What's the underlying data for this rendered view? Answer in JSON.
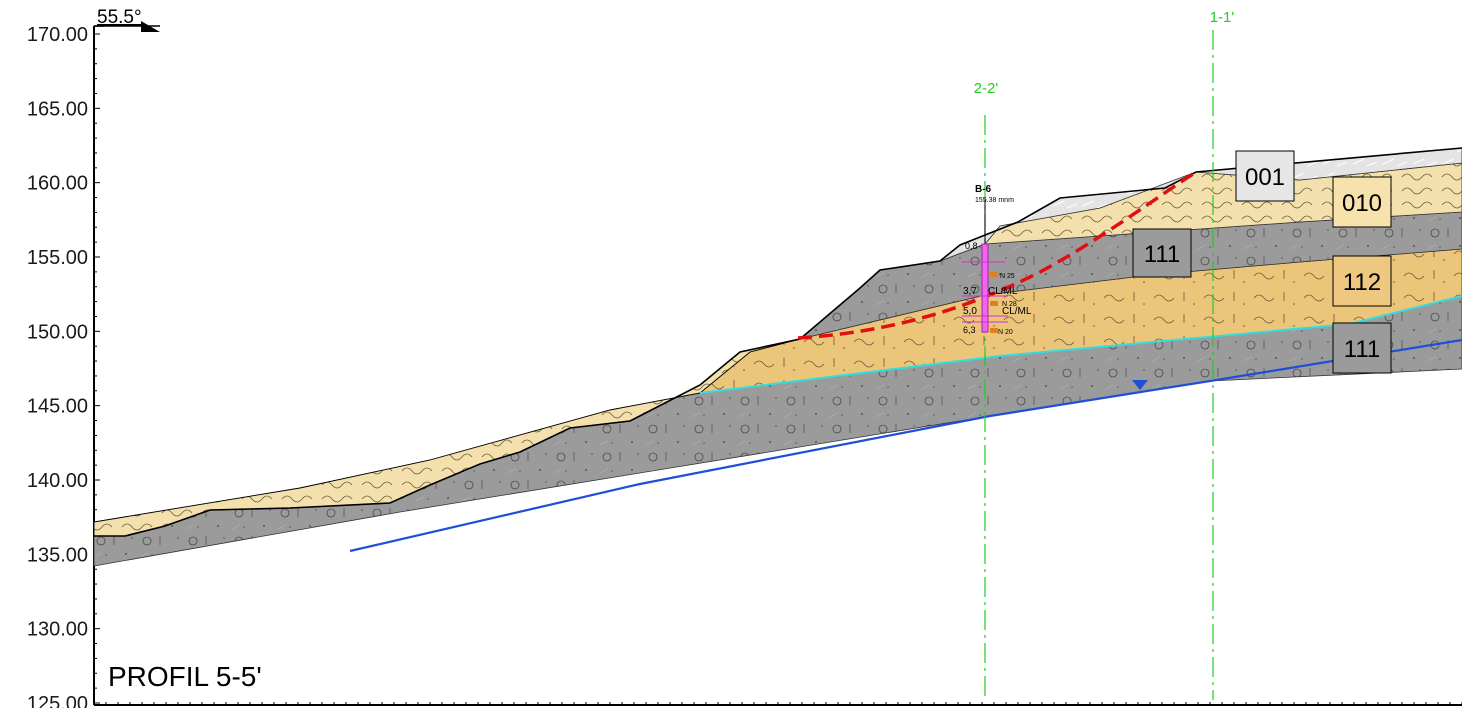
{
  "profile": {
    "title": "PROFIL 5-5'",
    "angle_label": "55.5°"
  },
  "elevation_axis": {
    "ticks": [
      "170.00",
      "165.00",
      "160.00",
      "155.00",
      "150.00",
      "145.00",
      "140.00",
      "135.00",
      "130.00",
      "125.00"
    ],
    "min": 125,
    "max": 170
  },
  "section_lines": [
    {
      "label": "1-1'",
      "color": "#22cc22"
    },
    {
      "label": "2-2'",
      "color": "#22cc22"
    }
  ],
  "layer_labels": [
    {
      "label": "001",
      "fill": "#e6e6e6"
    },
    {
      "label": "010",
      "fill": "#f7e2ad"
    },
    {
      "label": "111",
      "fill": "#999999"
    },
    {
      "label": "112",
      "fill": "#eec880"
    },
    {
      "label": "111",
      "fill": "#999999"
    }
  ],
  "borehole": {
    "name": "B-6",
    "elevation": "155.38 mnm",
    "depths": [
      "0,8",
      "3,7",
      "5,0",
      "6,3"
    ],
    "soil_classes": [
      "CL/ML",
      "CL/ML"
    ],
    "spt": [
      "N 25",
      "N 28",
      "N 20"
    ]
  },
  "colors": {
    "groundwater": "#1f4fd6",
    "slip_surface": "#e01010",
    "section_line": "#22cc22",
    "layer_boundary": "#33dddd"
  }
}
